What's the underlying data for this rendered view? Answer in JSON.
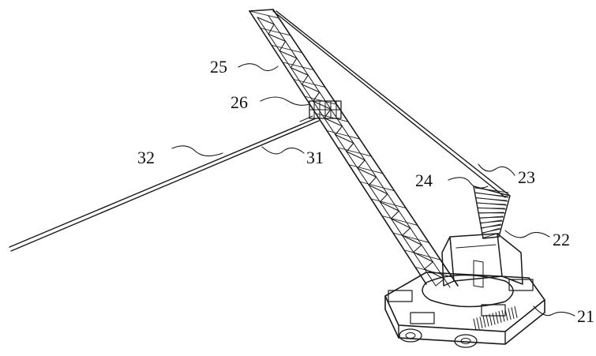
{
  "figure": {
    "labels": {
      "l21": "21",
      "l22": "22",
      "l23": "23",
      "l24": "24",
      "l25": "25",
      "l26": "26",
      "l31": "31",
      "l32": "32"
    },
    "colors": {
      "ink": "#1a1a1a",
      "background": "#ffffff"
    }
  }
}
